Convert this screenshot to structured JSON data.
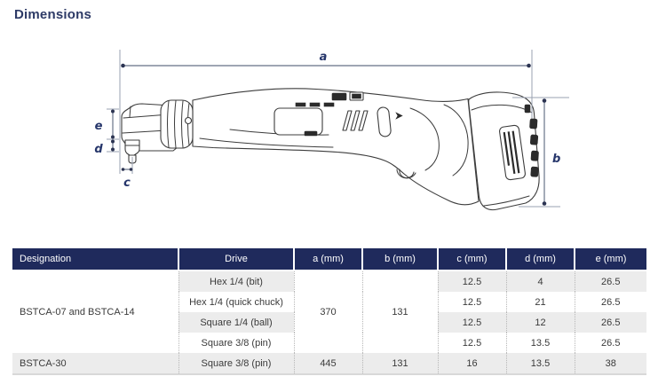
{
  "title": "Dimensions",
  "colors": {
    "title": "#2d3a66",
    "table_header_bg": "#1f2a5c",
    "table_header_text": "#ffffff",
    "row_alt_bg": "#ececec",
    "body_text": "#3a3a3a",
    "dim_line": "#7e879a",
    "dim_dot": "#2c3452",
    "dim_label": "#26366b",
    "drawing_stroke": "#3c3c3c"
  },
  "diagram": {
    "description": "Technical line drawing of a cordless angle screwdriver with dimension callouts a, b, c, d, e",
    "labels": {
      "a": "a",
      "b": "b",
      "c": "c",
      "d": "d",
      "e": "e"
    }
  },
  "table": {
    "headers": [
      "Designation",
      "Drive",
      "a (mm)",
      "b (mm)",
      "c (mm)",
      "d (mm)",
      "e (mm)"
    ],
    "groups": [
      {
        "designation": "BSTCA-07 and BSTCA-14",
        "a": "370",
        "b": "131",
        "rows": [
          {
            "drive": "Hex 1/4 (bit)",
            "c": "12.5",
            "d": "4",
            "e": "26.5"
          },
          {
            "drive": "Hex 1/4 (quick chuck)",
            "c": "12.5",
            "d": "21",
            "e": "26.5"
          },
          {
            "drive": "Square 1/4 (ball)",
            "c": "12.5",
            "d": "12",
            "e": "26.5"
          },
          {
            "drive": "Square 3/8 (pin)",
            "c": "12.5",
            "d": "13.5",
            "e": "26.5"
          }
        ]
      },
      {
        "designation": "BSTCA-30",
        "a": "445",
        "b": "131",
        "rows": [
          {
            "drive": "Square 3/8 (pin)",
            "c": "16",
            "d": "13.5",
            "e": "38"
          }
        ]
      }
    ]
  }
}
